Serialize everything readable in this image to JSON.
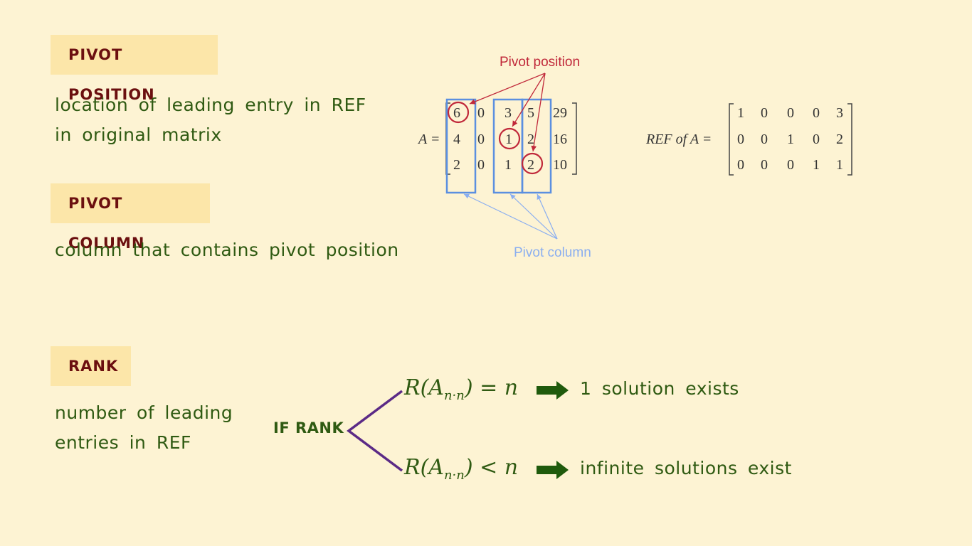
{
  "pivot_position": {
    "heading": "PIVOT POSITION",
    "desc_line1": "location of leading entry in REF",
    "desc_line2": "in original matrix"
  },
  "pivot_column": {
    "heading": "PIVOT COLUMN",
    "desc": "column that contains pivot position"
  },
  "rank": {
    "heading": "RANK",
    "desc_line1": "number of leading",
    "desc_line2": "entries in REF",
    "if_label": "IF RANK",
    "case1": {
      "lhs": "R(A",
      "sub": "n·n",
      "rhs": ") = n",
      "result": "1 solution exists"
    },
    "case2": {
      "lhs": "R(A",
      "sub": "n·n",
      "rhs": ") < n",
      "result": "infinite solutions exist"
    }
  },
  "figure": {
    "pivot_position_label": "Pivot position",
    "pivot_column_label": "Pivot column",
    "matrix_name": "A =",
    "matrix": [
      [
        "6",
        "0",
        "3",
        "5",
        "29"
      ],
      [
        "4",
        "0",
        "1",
        "2",
        "16"
      ],
      [
        "2",
        "0",
        "1",
        "2",
        "10"
      ]
    ],
    "ref_label": "REF of A =",
    "ref_matrix": [
      [
        "1",
        "0",
        "0",
        "0",
        "3"
      ],
      [
        "0",
        "0",
        "1",
        "0",
        "2"
      ],
      [
        "0",
        "0",
        "0",
        "1",
        "1"
      ]
    ]
  },
  "colors": {
    "background": "#fdf3d3",
    "tag_bg": "#fce6a9",
    "tag_text": "#6b0f0f",
    "text_green": "#2f5a12",
    "arrow_green": "#1f5a0c",
    "branch_purple": "#5b2a86",
    "pivot_red": "#c0283a",
    "column_blue": "#5b8fe0"
  }
}
